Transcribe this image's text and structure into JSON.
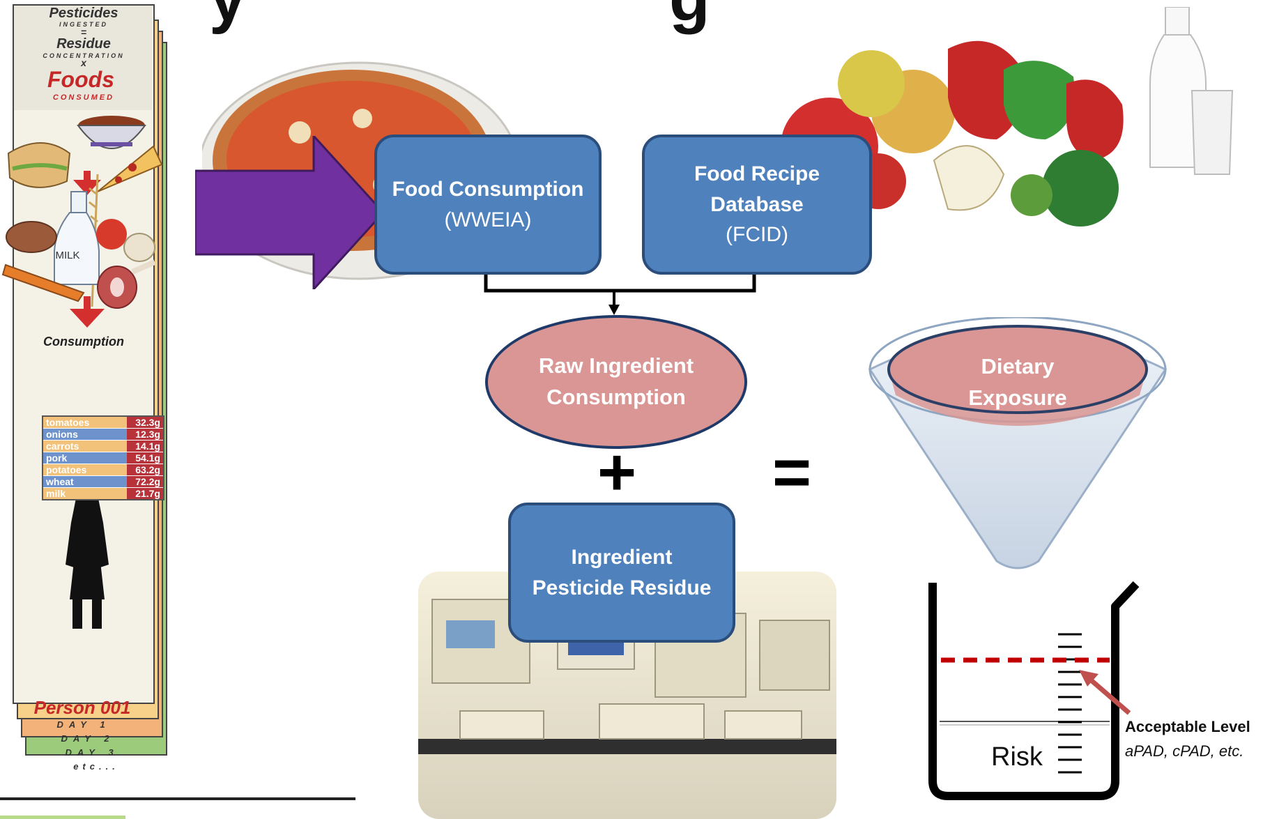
{
  "title_fragment": "y",
  "title_fragment2": "g",
  "strip": {
    "pesticides": "Pesticides",
    "ingested": "INGESTED",
    "equals": "=",
    "residue": "Residue",
    "concentration": "CONCENTRATION",
    "times": "x",
    "foods": "Foods",
    "consumed": "CONSUMED",
    "milk": "MILK",
    "consumption_title": "Consumption",
    "consumption_rows": [
      {
        "item": "tomatoes",
        "value": "32.3g"
      },
      {
        "item": "onions",
        "value": "12.3g"
      },
      {
        "item": "carrots",
        "value": "14.1g"
      },
      {
        "item": "pork",
        "value": "54.1g"
      },
      {
        "item": "potatoes",
        "value": "63.2g"
      },
      {
        "item": "wheat",
        "value": "72.2g"
      },
      {
        "item": "milk",
        "value": "21.7g"
      }
    ],
    "person": "Person 001",
    "day1": "DAY 1",
    "day2": "DAY 2",
    "day3": "DAY 3",
    "etc": "etc..."
  },
  "flow": {
    "food_consumption": {
      "title": "Food Consumption",
      "sub": "(WWEIA)"
    },
    "food_recipe": {
      "line1": "Food Recipe",
      "line2": "Database",
      "sub": "(FCID)"
    },
    "raw_ingredient": {
      "line1": "Raw Ingredient",
      "line2": "Consumption"
    },
    "plus": "+",
    "equals": "=",
    "ingredient_residue": {
      "line1": "Ingredient",
      "line2": "Pesticide Residue"
    },
    "dietary_exposure": {
      "line1": "Dietary",
      "line2": "Exposure"
    },
    "risk": "Risk",
    "acceptable_level": "Acceptable Level",
    "acceptable_sub": "aPAD, cPAD, etc."
  },
  "colors": {
    "box_fill": "#4f81bd",
    "oval_fill": "#d99694",
    "arrow_fill": "#7030a0",
    "risk_line": "#c00000",
    "pointer": "#c0504d"
  }
}
